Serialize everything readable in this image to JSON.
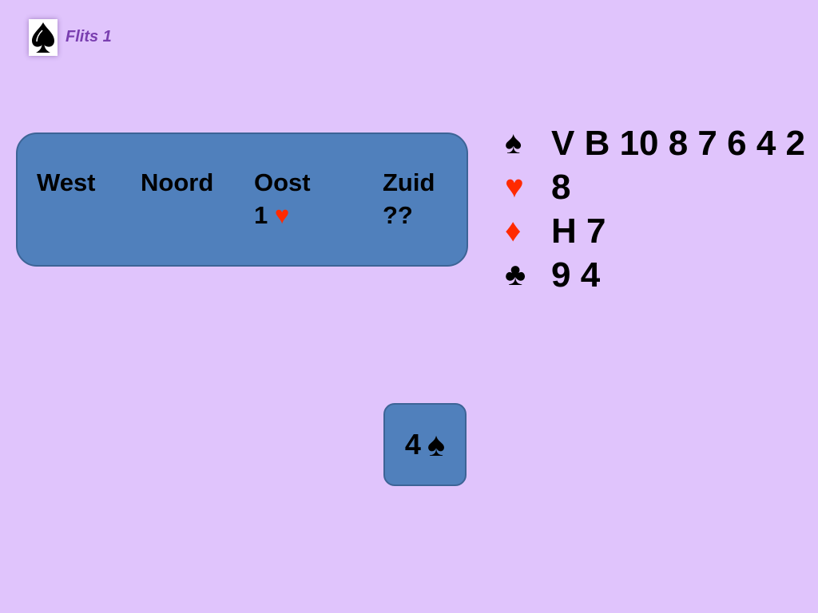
{
  "header": {
    "title": "Flits 1",
    "logo_icon": "spade-logo-icon"
  },
  "bidding": {
    "columns": [
      {
        "player": "West",
        "bid": ""
      },
      {
        "player": "Noord",
        "bid": ""
      },
      {
        "player": "Oost",
        "bid_level": "1",
        "bid_suit": "♥"
      },
      {
        "player": "Zuid",
        "bid": "??"
      }
    ]
  },
  "hand": {
    "spades": {
      "suit": "♠",
      "cards": "V B 10 8 7 6 4 2"
    },
    "hearts": {
      "suit": "♥",
      "cards": "8"
    },
    "diamonds": {
      "suit": "♦",
      "cards": "H 7"
    },
    "clubs": {
      "suit": "♣",
      "cards": "9 4"
    }
  },
  "answer": {
    "level": "4",
    "suit": "♠"
  },
  "colors": {
    "background": "#e0c4fc",
    "box": "#5080bc",
    "red_suit": "#ff2a00",
    "title": "#7a3fb0"
  }
}
